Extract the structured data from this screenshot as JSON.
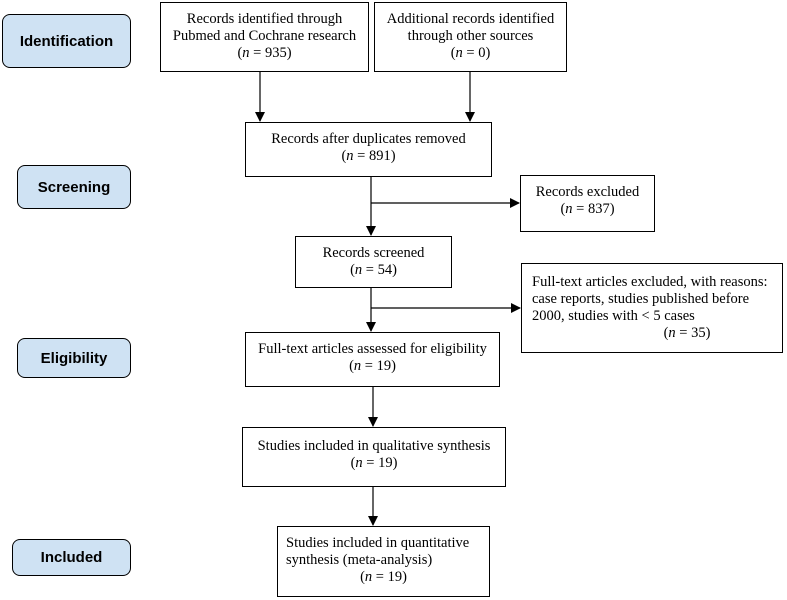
{
  "phases": {
    "identification": "Identification",
    "screening": "Screening",
    "eligibility": "Eligibility",
    "included": "Included"
  },
  "n_symbol": "n",
  "boxes": {
    "records_identified": {
      "lines": [
        "Records identified through",
        "Pubmed and Cochrane research"
      ],
      "n_value": " = 935)"
    },
    "additional_records": {
      "lines": [
        "Additional records identified",
        "through other sources"
      ],
      "n_value": " = 0)"
    },
    "after_duplicates": {
      "lines": [
        "Records after duplicates removed"
      ],
      "n_value": " = 891)"
    },
    "records_excluded": {
      "lines": [
        "Records excluded"
      ],
      "n_value": " = 837)"
    },
    "records_screened": {
      "lines": [
        "Records screened"
      ],
      "n_value": " = 54)"
    },
    "fulltext_excluded": {
      "lines": [
        "Full-text articles excluded, with reasons:",
        "case reports, studies published before",
        "2000, studies with < 5 cases"
      ],
      "n_value": " = 35)"
    },
    "fulltext_assessed": {
      "lines": [
        "Full-text articles assessed for eligibility"
      ],
      "n_value": " = 19)"
    },
    "qualitative": {
      "lines": [
        "Studies included in qualitative synthesis"
      ],
      "n_value": " = 19)"
    },
    "quantitative": {
      "lines": [
        "Studies included in quantitative",
        "synthesis (meta-analysis)"
      ],
      "n_value": " = 19)"
    }
  }
}
